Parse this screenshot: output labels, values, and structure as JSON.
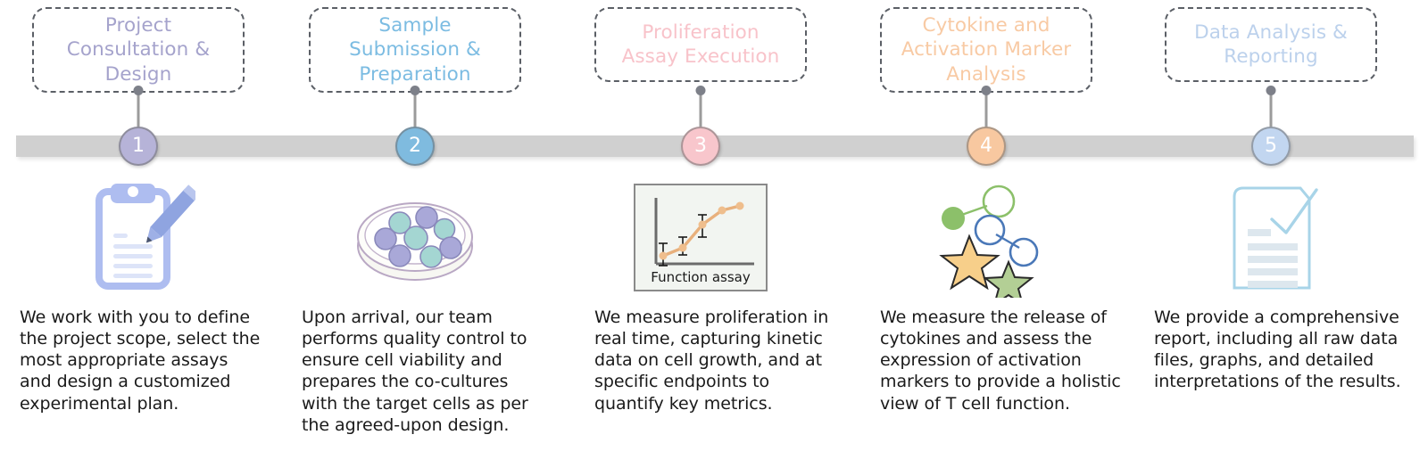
{
  "meta": {
    "background_color": "#ffffff",
    "timeline_bar_color": "#d0d0d0",
    "connector_color": "#9b9b9b",
    "connector_dot_color": "#7d8089",
    "body_text_color": "#1a1a1a",
    "box_border_color": "#5b5f66"
  },
  "steps": [
    {
      "number": "1",
      "title": "Project Consultation & Design",
      "title_lines": [
        "Project",
        "Consultation &",
        "Design"
      ],
      "description": "We work with you to define the project scope, select the most appropriate assays and design a customized experimental plan.",
      "accent_color": "#b0aed4",
      "title_color": "#a5a3cc",
      "marker_fill": "#b6b3d8",
      "icon": "clipboard-pencil-icon"
    },
    {
      "number": "2",
      "title": "Sample Submission & Preparation",
      "title_lines": [
        "Sample",
        "Submission &",
        "Preparation"
      ],
      "description": "Upon arrival, our team performs quality control to ensure cell viability and prepares the co-cultures with the target cells as per the agreed-upon design.",
      "accent_color": "#7cb8dd",
      "title_color": "#7cbce2",
      "marker_fill": "#7fbbdf",
      "icon": "petri-dish-icon"
    },
    {
      "number": "3",
      "title": "Proliferation Assay Execution",
      "title_lines": [
        "Proliferation",
        "Assay Execution"
      ],
      "description": "We measure proliferation in real time, capturing kinetic data on cell growth, and at specific endpoints to quantify key metrics.",
      "accent_color": "#f7c5cb",
      "title_color": "#f8c3ca",
      "marker_fill": "#f8c6cc",
      "icon": "function-assay-chart-icon"
    },
    {
      "number": "4",
      "title": "Cytokine and Activation Marker Analysis",
      "title_lines": [
        "Cytokine and",
        "Activation Marker",
        "Analysis"
      ],
      "description": "We measure the release of cytokines and assess the expression of activation markers to provide a holistic view of T cell function.",
      "accent_color": "#f7c9a3",
      "title_color": "#f8caa4",
      "marker_fill": "#f8c8a0",
      "icon": "cytokine-network-icon"
    },
    {
      "number": "5",
      "title": "Data Analysis & Reporting",
      "title_lines": [
        "Data Analysis &",
        "Reporting"
      ],
      "description": "We provide a comprehensive report, including all raw data files,  graphs, and detailed interpretations of the results.",
      "accent_color": "#c2d4ee",
      "title_color": "#bcd1ec",
      "marker_fill": "#c2d6f0",
      "icon": "report-check-icon"
    }
  ],
  "icons": {
    "clipboard_pencil": {
      "body_color": "#aebdf0",
      "line_color": "#dde4f8",
      "pencil_color": "#8fa4e0"
    },
    "petri_dish": {
      "rim_color": "#b9a8c4",
      "cell_purple": "#a9a8d8",
      "cell_teal": "#a4d6d2",
      "cell_stroke": "#8a89bb"
    },
    "function_assay_chart": {
      "label": "Function assay",
      "curve_color": "#e8b07c",
      "point_color": "#efbe8d",
      "axis_color": "#6b6b6b",
      "frame_color": "#8a8a8a",
      "plot_bg": "#f2f5f1"
    },
    "cytokine_network": {
      "green_node": "#8cc06a",
      "green_ring": "#8cc06a",
      "blue_ring": "#4a78b8",
      "star_yellow": "#f7cf8a",
      "star_green": "#b3cf95",
      "star_stroke": "#2a2a2a"
    },
    "report_check": {
      "outline_color": "#a8d4e8",
      "line_color": "#dde7ee",
      "check_color": "#a8d4e8"
    }
  },
  "chart_data": {
    "type": "line",
    "title": "Function assay",
    "xlabel": "",
    "ylabel": "",
    "x": [
      1,
      2,
      3,
      4,
      5,
      6
    ],
    "values": [
      0.12,
      0.24,
      0.56,
      0.74,
      0.84,
      0.88
    ],
    "errors": [
      0.13,
      0.08,
      0.1,
      0.05,
      0.03,
      0.02
    ],
    "series": [
      {
        "name": "Function assay",
        "values": [
          0.12,
          0.24,
          0.56,
          0.74,
          0.84,
          0.88
        ]
      }
    ],
    "ylim": [
      0,
      1
    ],
    "grid": false,
    "legend": "none",
    "error_bars": true
  }
}
